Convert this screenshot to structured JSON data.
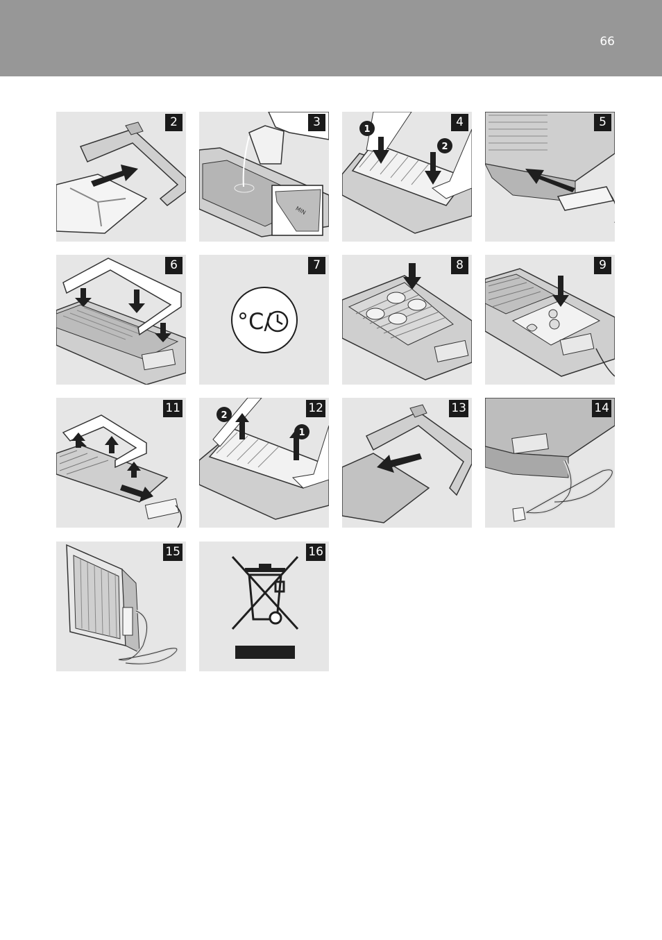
{
  "header": {
    "page_number": "66"
  },
  "figures": [
    {
      "label": "2",
      "icon": "grill-drip-tray-insert-illustration"
    },
    {
      "label": "3",
      "icon": "pour-water-tray-illustration",
      "inset_text": "MIN"
    },
    {
      "label": "4",
      "icon": "place-hotplate-illustration",
      "steps": [
        "1",
        "2"
      ]
    },
    {
      "label": "5",
      "icon": "insert-control-unit-illustration"
    },
    {
      "label": "6",
      "icon": "place-frame-illustration"
    },
    {
      "label": "7",
      "icon": "temperature-timer-icon",
      "symbol": "°C/"
    },
    {
      "label": "8",
      "icon": "food-on-grill-illustration"
    },
    {
      "label": "9",
      "icon": "food-on-plate-illustration"
    },
    {
      "label": "11",
      "icon": "remove-frame-illustration"
    },
    {
      "label": "12",
      "icon": "remove-hotplate-illustration",
      "steps": [
        "2",
        "1"
      ]
    },
    {
      "label": "13",
      "icon": "remove-drip-tray-illustration"
    },
    {
      "label": "14",
      "icon": "cord-storage-illustration"
    },
    {
      "label": "15",
      "icon": "upright-storage-illustration"
    },
    {
      "label": "16",
      "icon": "crossed-out-wheelie-bin-icon"
    }
  ]
}
